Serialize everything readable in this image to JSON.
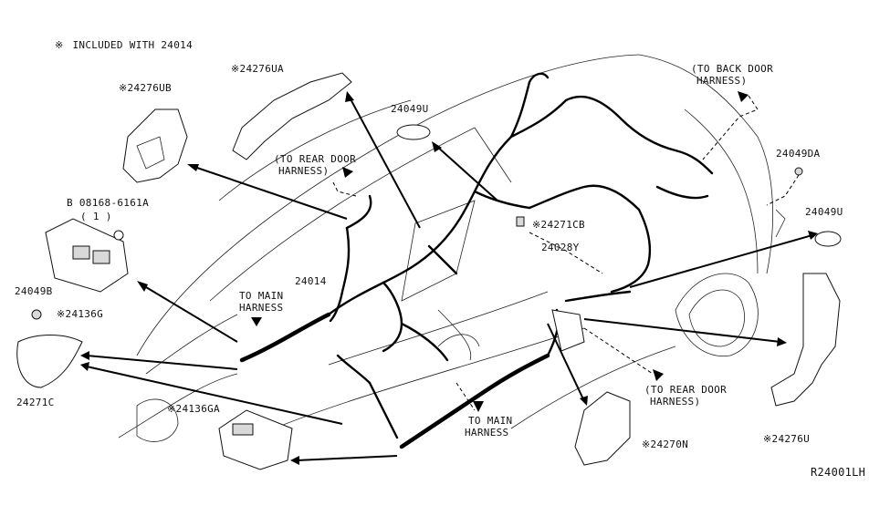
{
  "note": {
    "symbol": "※",
    "text": "INCLUDED WITH 24014"
  },
  "callouts": {
    "c24276UB": "※24276UB",
    "c24276UA": "※24276UA",
    "c24049U_top": "24049U",
    "c24049U_right": "24049U",
    "c24049DA": "24049DA",
    "c08168": "B 08168-6161A",
    "c08168_qty": "( 1 )",
    "c24136G": "※24136G",
    "c24049B": "24049B",
    "c24271C": "24271C",
    "c24014": "24014",
    "c24271CB": "※24271CB",
    "c24028Y": "24028Y",
    "c24136GA": "※24136GA",
    "c24270N": "※24270N",
    "c24276U": "※24276U"
  },
  "notes": {
    "to_back_door_1": "(TO BACK DOOR",
    "to_back_door_2": "HARNESS)",
    "to_rear_door_top_1": "(TO REAR DOOR",
    "to_rear_door_top_2": "HARNESS)",
    "to_main_left_1": "TO MAIN",
    "to_main_left_2": "HARNESS",
    "to_rear_door_bottom_1": "(TO REAR DOOR",
    "to_rear_door_bottom_2": "HARNESS)",
    "to_main_bottom_1": "TO MAIN",
    "to_main_bottom_2": "HARNESS"
  },
  "diagram_id": "R24001LH"
}
